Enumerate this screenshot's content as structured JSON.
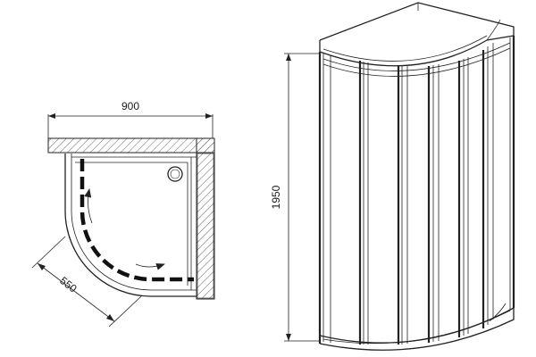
{
  "dimensions": {
    "width_label": "900",
    "height_label": "1950",
    "radius_label": "550"
  },
  "colors": {
    "line": "#222222",
    "hatch": "#555555",
    "background": "#ffffff"
  }
}
